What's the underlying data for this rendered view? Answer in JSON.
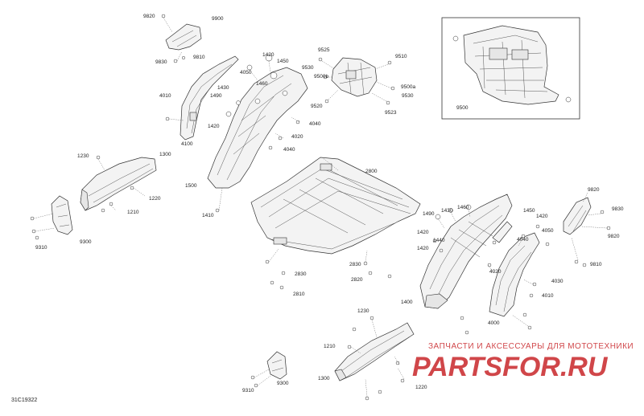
{
  "diagram_code": "31C19322",
  "watermark": {
    "tagline": "ЗАПЧАСТИ И АКСЕССУАРЫ ДЛЯ МОТОТЕХНИКИ",
    "brand": "PARTSFOR.RU",
    "color": "#c8262a"
  },
  "part_labels": {
    "p9820a": "9820",
    "p9900": "9900",
    "p9830a": "9830",
    "p9810a": "9810",
    "p1420a": "1420",
    "p1450a": "1450",
    "p4050a": "4050",
    "p1460a": "1460",
    "p1430a": "1430",
    "p1490a": "1490",
    "p4010a": "4010",
    "p4100": "4100",
    "p1420b": "1420",
    "p1500": "1500",
    "p1410a": "1410",
    "p4040a": "4040",
    "p4020a": "4020",
    "p4040b": "4040",
    "p9525": "9525",
    "p9530a": "9530",
    "p9510": "9510",
    "p9500b": "9500b",
    "p9500a": "9500a",
    "p9520": "9520",
    "p9530b": "9530",
    "p9523": "9523",
    "p9500": "9500",
    "p1230a": "1230",
    "p1300a": "1300",
    "p1220a": "1220",
    "p1210a": "1210",
    "p9300a": "9300",
    "p9310a": "9310",
    "p2800": "2800",
    "p2830a": "2830",
    "p2820": "2820",
    "p2830b": "2830",
    "p2810": "2810",
    "p1490b": "1490",
    "p1430b": "1430",
    "p1460b": "1460",
    "p1450b": "1450",
    "p1420c": "1420",
    "p1440": "1440",
    "p1420d": "1420",
    "p1400": "1400",
    "p4040c": "4040",
    "p4050b": "4050",
    "p4020b": "4020",
    "p4030": "4030",
    "p4010b": "4010",
    "p4000": "4000",
    "p9820b": "9820",
    "p9830b": "9830",
    "p9820c": "9820",
    "p9810b": "9810",
    "p1230b": "1230",
    "p1210b": "1210",
    "p1300b": "1300",
    "p1220b": "1220",
    "p9300b": "9300",
    "p9310b": "9310"
  }
}
